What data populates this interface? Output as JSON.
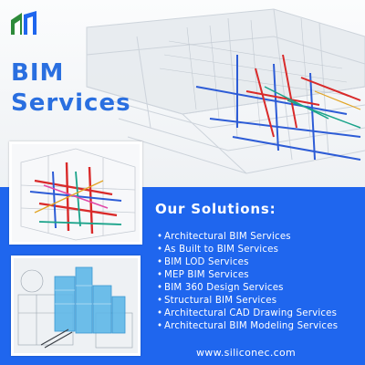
{
  "headline": {
    "line1": "BIM",
    "line2": "Services"
  },
  "solutions": {
    "heading": "Our Solutions:",
    "items": [
      "Architectural BIM Services",
      "As Built to BIM Services",
      "BIM LOD Services",
      "MEP BIM Services",
      "BIM 360 Design Services",
      "Structural BIM Services",
      "Architectural CAD Drawing Services",
      "Architectural BIM Modeling Services"
    ]
  },
  "footer": {
    "website": "www.siliconec.com"
  },
  "colors": {
    "brand_blue": "#1f66ee",
    "headline_blue": "#2a6fe0",
    "logo_green": "#2e8b3a"
  },
  "icons": {
    "logo": "company-logo-icon",
    "bullet": "bullet-dot-icon"
  }
}
